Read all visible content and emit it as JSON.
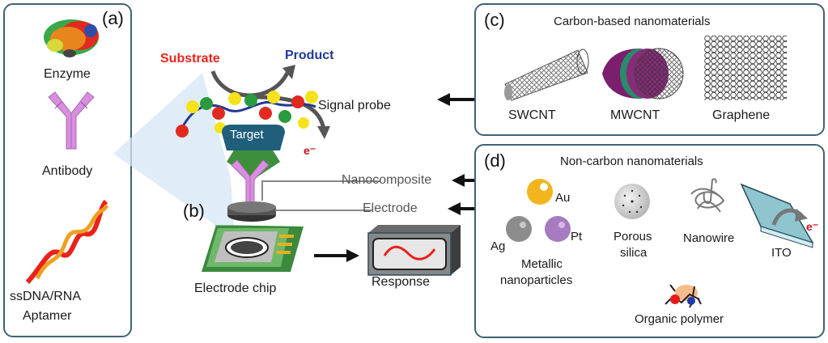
{
  "panel_a": {
    "label": "(a)",
    "items": [
      {
        "icon": "enzyme-icon",
        "label": "Enzyme"
      },
      {
        "icon": "antibody-icon",
        "label": "Antibody"
      },
      {
        "icon": "aptamer-helix-icon",
        "label_line1": "ssDNA/RNA",
        "label_line2": "Aptamer"
      }
    ]
  },
  "panel_b": {
    "label": "(b)",
    "substrate": "Substrate",
    "product": "Product",
    "signal_probe": "Signal probe",
    "target": "Target",
    "electron": "e⁻",
    "nanocomposite": "Nanocomposite",
    "electrode": "Electrode",
    "electrode_chip": "Electrode chip",
    "response": "Response"
  },
  "panel_c": {
    "label": "(c)",
    "title": "Carbon-based nanomaterials",
    "items": [
      "SWCNT",
      "MWCNT",
      "Graphene"
    ]
  },
  "panel_d": {
    "label": "(d)",
    "title": "Non-carbon nanomaterials",
    "metals": [
      "Au",
      "Ag",
      "Pt"
    ],
    "metallic_line1": "Metallic",
    "metallic_line2": "nanoparticles",
    "porous_line1": "Porous",
    "porous_line2": "silica",
    "nanowire": "Nanowire",
    "ito": "ITO",
    "ito_electron": "e⁻",
    "organic_polymer": "Organic polymer"
  },
  "colors": {
    "border": "#3f6274",
    "substrate": "#e8261c",
    "product": "#1f3a93",
    "electron": "#d0101a",
    "antibody": "#d98ee0",
    "gold": "#f2b51d",
    "silver": "#8c8c8c",
    "platinum": "#a77bbf"
  }
}
